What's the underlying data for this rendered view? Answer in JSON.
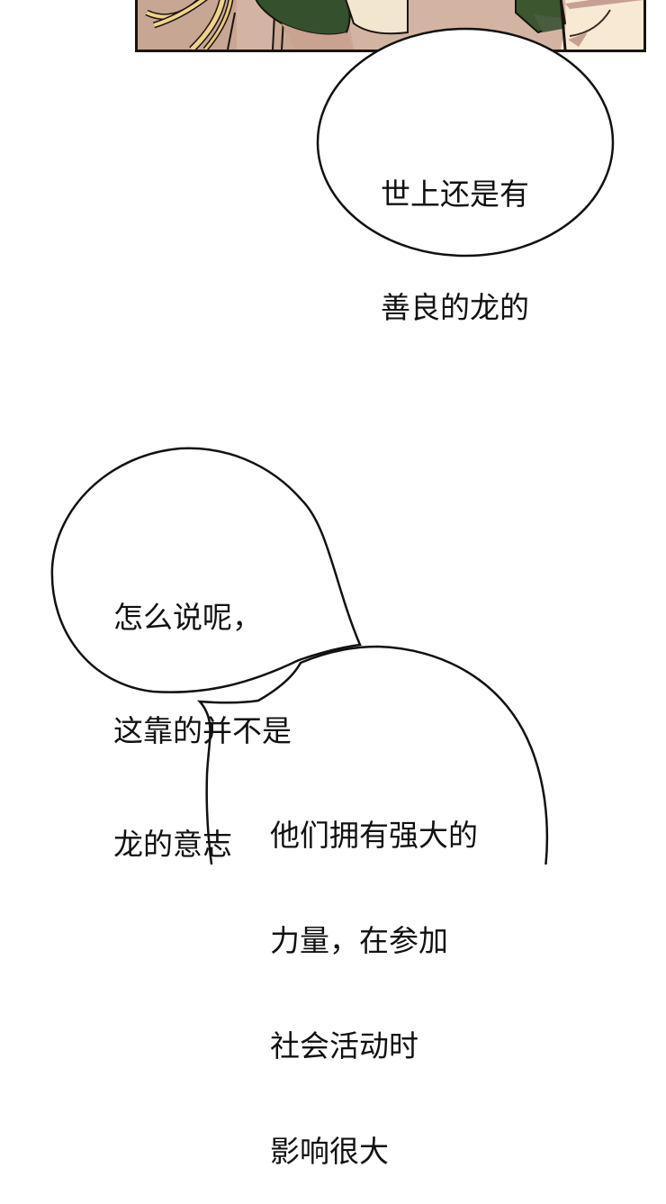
{
  "comic": {
    "top_panel": {
      "description": "Cropped bottom edge of illustrated panel showing blonde hair strands and dark green clothing",
      "colors": {
        "border": "#1a1410",
        "hair": "#f0d28a",
        "skin_shadow": "#c9a290",
        "green_cloth": "#34502c",
        "cream": "#f8ead2"
      }
    },
    "bubbles": [
      {
        "id": "bubble-1",
        "lines": [
          "世上还是有",
          "善良的龙的"
        ]
      },
      {
        "id": "bubble-2",
        "lines": [
          "怎么说呢，",
          "这靠的并不是",
          "龙的意志"
        ]
      },
      {
        "id": "bubble-3",
        "lines": [
          "他们拥有强大的",
          "力量，在参加",
          "社会活动时",
          "影响很大"
        ]
      }
    ]
  }
}
